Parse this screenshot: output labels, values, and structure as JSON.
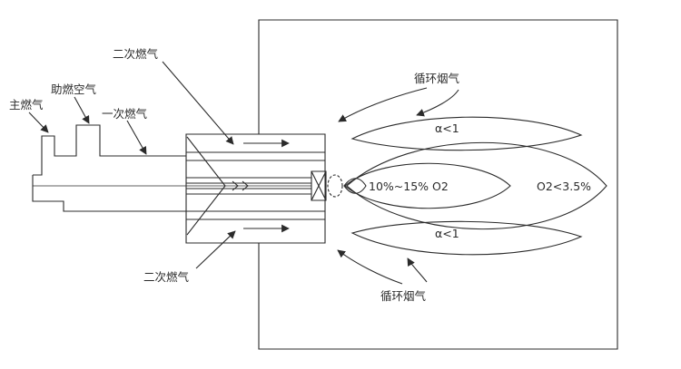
{
  "diagram": {
    "labels": {
      "main_gas": "主燃气",
      "combustion_air": "助燃空气",
      "primary_gas": "一次燃气",
      "secondary_gas_top": "二次燃气",
      "secondary_gas_bottom": "二次燃气",
      "recirc_flue_top": "循环烟气",
      "recirc_flue_bottom": "循环烟气",
      "alpha_top": "α<1",
      "alpha_bottom": "α<1",
      "inner_zone_o2": "10%~15% O2",
      "outer_zone_o2": "O2<3.5%"
    },
    "colors": {
      "line": "#2b2b2b",
      "background": "#ffffff"
    }
  }
}
